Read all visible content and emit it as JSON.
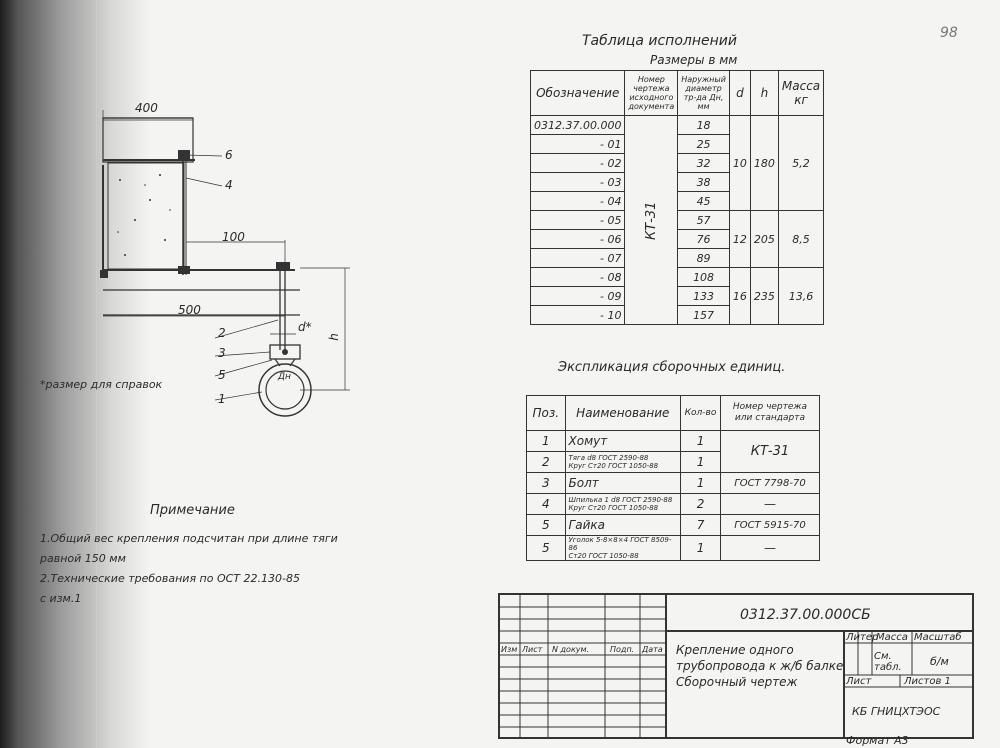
{
  "drawing": {
    "dim_400": "400",
    "dim_100": "100",
    "dim_500": "500",
    "dim_d": "d*",
    "dim_h": "h",
    "dim_dn": "Дн",
    "callouts": [
      "6",
      "4",
      "2",
      "3",
      "5",
      "1"
    ],
    "ref_note": "*размер для справок"
  },
  "note": {
    "title": "Примечание",
    "lines": [
      "1.Общий вес крепления подсчитан при длине тяги",
      "равной 150 мм",
      "2.Технические требования  по ОСТ 22.130-85",
      "с изм.1"
    ]
  },
  "perf_table": {
    "title": "Таблица исполнений",
    "subtitle": "Размеры в мм",
    "headers": {
      "designation": "Обозначение",
      "drawing_no": "Номер чертежа исходного документа",
      "diameter": "Наружный диаметр тр-да Дн, мм",
      "d": "d",
      "h": "h",
      "mass": "Масса кг"
    },
    "source_doc": "КТ-31",
    "rows": [
      {
        "designation": "0312.37.00.000",
        "diameter": "18"
      },
      {
        "designation": "- 01",
        "diameter": "25"
      },
      {
        "designation": "- 02",
        "diameter": "32"
      },
      {
        "designation": "- 03",
        "diameter": "38"
      },
      {
        "designation": "- 04",
        "diameter": "45"
      },
      {
        "designation": "- 05",
        "diameter": "57"
      },
      {
        "designation": "- 06",
        "diameter": "76"
      },
      {
        "designation": "- 07",
        "diameter": "89"
      },
      {
        "designation": "- 08",
        "diameter": "108"
      },
      {
        "designation": "- 09",
        "diameter": "133"
      },
      {
        "designation": "- 10",
        "diameter": "157"
      }
    ],
    "groups": [
      {
        "d": "10",
        "h": "180",
        "mass": "5,2"
      },
      {
        "d": "12",
        "h": "205",
        "mass": "8,5"
      },
      {
        "d": "16",
        "h": "235",
        "mass": "13,6"
      }
    ]
  },
  "parts_table": {
    "title": "Экспликация сборочных единиц.",
    "headers": {
      "pos": "Поз.",
      "name": "Наименование",
      "qty": "Кол-во",
      "std": "Номер чертежа или стандарта"
    },
    "rows": [
      {
        "pos": "1",
        "name": "Хомут",
        "qty": "1",
        "std": ""
      },
      {
        "pos": "2",
        "name": "Тяга",
        "qty": "1",
        "std": "",
        "sub1": "Тяга d8 ГОСТ 2590-88",
        "sub2": "Круг Ст20 ГОСТ 1050-88"
      },
      {
        "pos": "3",
        "name": "Болт",
        "qty": "1",
        "std": "ГОСТ 7798-70"
      },
      {
        "pos": "4",
        "name": "Шпилька",
        "qty": "2",
        "std": "—",
        "sub1": "Шпилька 1 d8 ГОСТ 2590-88",
        "sub2": "Круг Ст20 ГОСТ 1050-88"
      },
      {
        "pos": "5",
        "name": "Гайка",
        "qty": "7",
        "std": "ГОСТ 5915-70"
      },
      {
        "pos": "5",
        "name": "Уголок",
        "qty": "1",
        "std": "—",
        "sub1": "Уголок 5-8×8×4 ГОСТ 8509-86",
        "sub2": "Ст20 ГОСТ 1050-88"
      }
    ],
    "merged_std": "КТ-31"
  },
  "title_block": {
    "doc_code": "0312.37.00.000СБ",
    "title_line1": "Крепление одного",
    "title_line2": "трубопровода к ж/б балке",
    "title_line3": "Сборочный чертеж",
    "col_labels": [
      "Изм",
      "Лист",
      "N докум.",
      "Подп.",
      "Дата"
    ],
    "liter": "Литер",
    "mass": "Масса",
    "scale": "Масштаб",
    "mass_value": "См. табл.",
    "scale_value": "б/м",
    "sheet": "Лист",
    "sheets": "Листов 1",
    "org": "КБ ГНИЦХТЭОС",
    "format": "Формат А3"
  },
  "page_number": "98"
}
